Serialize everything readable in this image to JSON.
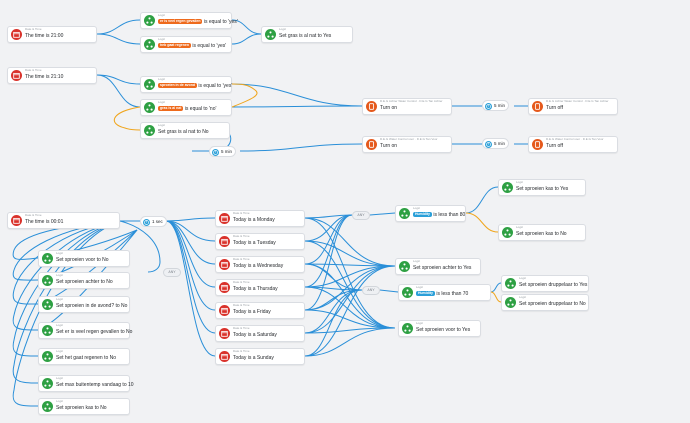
{
  "colors": {
    "trigger": "#d9322b",
    "device": "#e5591c",
    "logic": "#2ea043",
    "wire": "#2a8fd8",
    "wire_false": "#f0a51c",
    "token": "#ee6a1c",
    "variable": "#2a9fd8"
  },
  "icons": {
    "trigger": "calendar-clock-icon",
    "logic": "logic-flow-icon",
    "device": "water-control-icon",
    "delay": "stopwatch-icon"
  },
  "flow1": {
    "trigger": {
      "category": "Date & Time",
      "text": "The time is 21:00"
    },
    "cond_rain_expected": {
      "category": "Logic",
      "token": "er is veel regen gevallen",
      "text": "is equal to 'yes'"
    },
    "cond_rain_today": {
      "category": "Logic",
      "token": "heb gaat regenen",
      "text": "is equal to 'yes'"
    },
    "action_gras": {
      "category": "Logic",
      "text": "Set gras is al nat to Yes"
    }
  },
  "flow2": {
    "trigger": {
      "category": "Date & Time",
      "text": "The time is 21:10"
    },
    "cond_sprinklers_evening": {
      "category": "Logic",
      "token": "sproeien in de avond",
      "text": "is equal to 'yes'"
    },
    "cond_gras_wet": {
      "category": "Logic",
      "token": "gras is al nat",
      "text": "is equal to 'no'"
    },
    "action_gras_no": {
      "category": "Logic",
      "text": "Set gras is al nat to No"
    },
    "delay_a": "5 min",
    "delay_b": "5 min",
    "delay_c": "5 min",
    "water_on_1": {
      "category": "D.E.G Achter Water Control · D.E.G Tan Achter",
      "text": "Turn on"
    },
    "water_off_1": {
      "category": "D.E.G Achter Water Control · D.E.G Tan Achter",
      "text": "Turn off"
    },
    "water_on_2": {
      "category": "D.E.G Water Control voor · D.E.G Tan Voor",
      "text": "Turn on"
    },
    "water_off_2": {
      "category": "D.E.G Water Control voor · D.E.G Tan Voor",
      "text": "Turn off"
    }
  },
  "flow3": {
    "trigger": {
      "category": "Date & Time",
      "text": "The time is 00:01"
    },
    "delay": "1 sec",
    "any_label": "ANY",
    "resets": [
      {
        "category": "Logic",
        "text": "Set sproeien voor to No"
      },
      {
        "category": "Logic",
        "text": "Set sproeien achter to No"
      },
      {
        "category": "Logic",
        "text": "Set sproeien in de avond? to No"
      },
      {
        "category": "Logic",
        "text": "Set er is veel regen gevallen to No"
      },
      {
        "category": "Logic",
        "text": "Set het gaat regenen to No"
      },
      {
        "category": "Logic",
        "text": "Set max buitentemp vandaag to 10"
      },
      {
        "category": "Logic",
        "text": "Set sproeien kas to No"
      }
    ],
    "days": [
      {
        "category": "Date & Time",
        "text": "Today is a Monday"
      },
      {
        "category": "Date & Time",
        "text": "Today is a Tuesday"
      },
      {
        "category": "Date & Time",
        "text": "Today is a Wednesday"
      },
      {
        "category": "Date & Time",
        "text": "Today is a Thursday"
      },
      {
        "category": "Date & Time",
        "text": "Today is a Friday"
      },
      {
        "category": "Date & Time",
        "text": "Today is a Saturday"
      },
      {
        "category": "Date & Time",
        "text": "Today is a Sunday"
      }
    ],
    "humid_80": {
      "category": "Logic",
      "token": "Humidity",
      "text": "is less than 80"
    },
    "humid_70": {
      "category": "Logic",
      "token": "Humidity",
      "text": "is less than 70"
    },
    "kas_yes": {
      "category": "Logic",
      "text": "Set sproeien kas to Yes"
    },
    "kas_no": {
      "category": "Logic",
      "text": "Set sproeien kas to No"
    },
    "achter_yes": {
      "category": "Logic",
      "text": "Set sproeien achter to Yes"
    },
    "drup_yes": {
      "category": "Logic",
      "text": "Set sproeien druppelaar to Yes"
    },
    "drup_no": {
      "category": "Logic",
      "text": "Set sproeien druppelaar to No"
    },
    "voor_yes": {
      "category": "Logic",
      "text": "Set sproeien voor to Yes"
    }
  }
}
